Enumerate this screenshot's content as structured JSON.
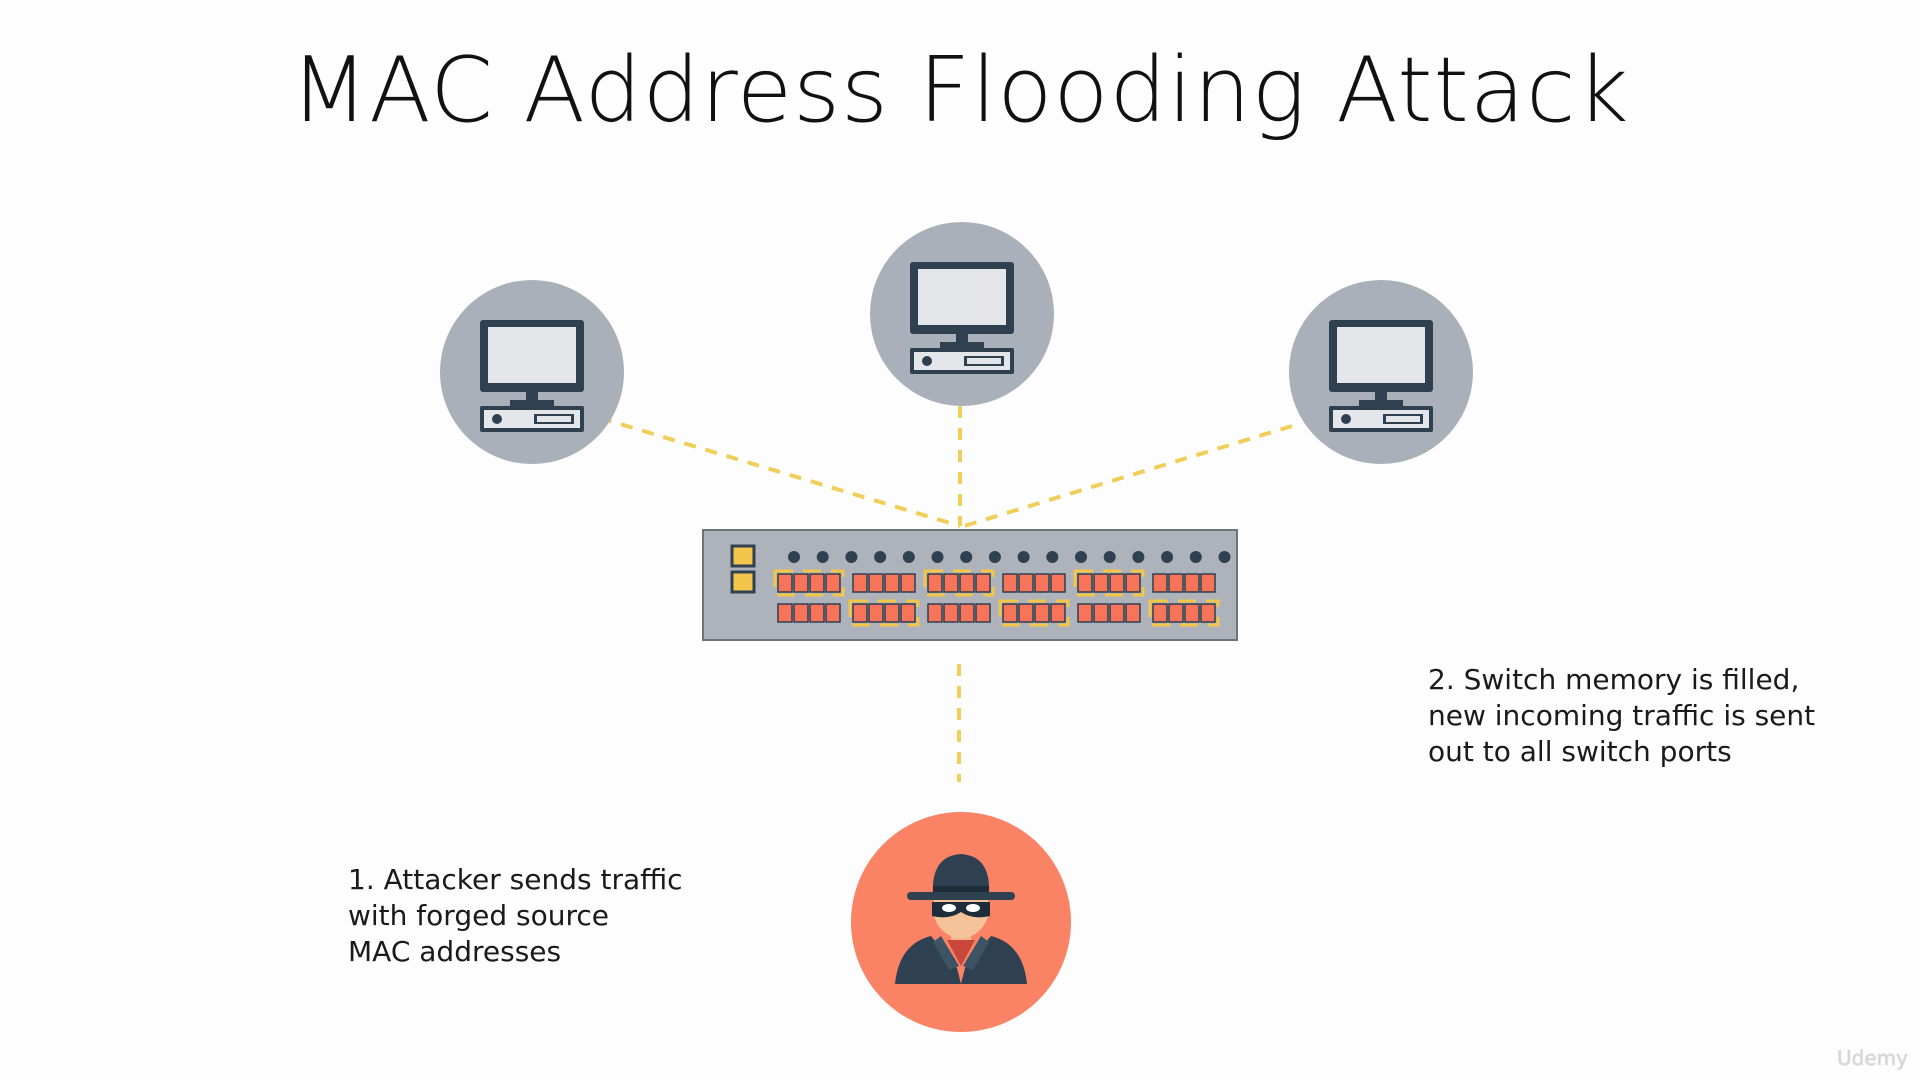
{
  "title": "MAC Address Flooding Attack",
  "notes": {
    "attacker": [
      "1. Attacker sends traffic",
      "with forged source",
      "MAC addresses"
    ],
    "switch": [
      "2. Switch memory is filled,",
      "new incoming traffic is sent",
      "out to all switch ports"
    ]
  },
  "watermark": "Udemy",
  "nodes": {
    "hosts": [
      "computer-left",
      "computer-center",
      "computer-right"
    ],
    "switch": "network-switch",
    "attacker": "attacker-spy"
  },
  "icons": {
    "computer": "desktop-computer-icon",
    "switch": "network-switch-icon",
    "attacker": "hacker-spy-icon"
  },
  "colors": {
    "host_circle": "#aab0b9",
    "attacker_circle": "#fa8265",
    "link": "#efcf5a",
    "switch_body": "#aeb3bb",
    "port": "#f7735a",
    "port_highlight": "#f2c64a",
    "dark": "#2f4050"
  }
}
